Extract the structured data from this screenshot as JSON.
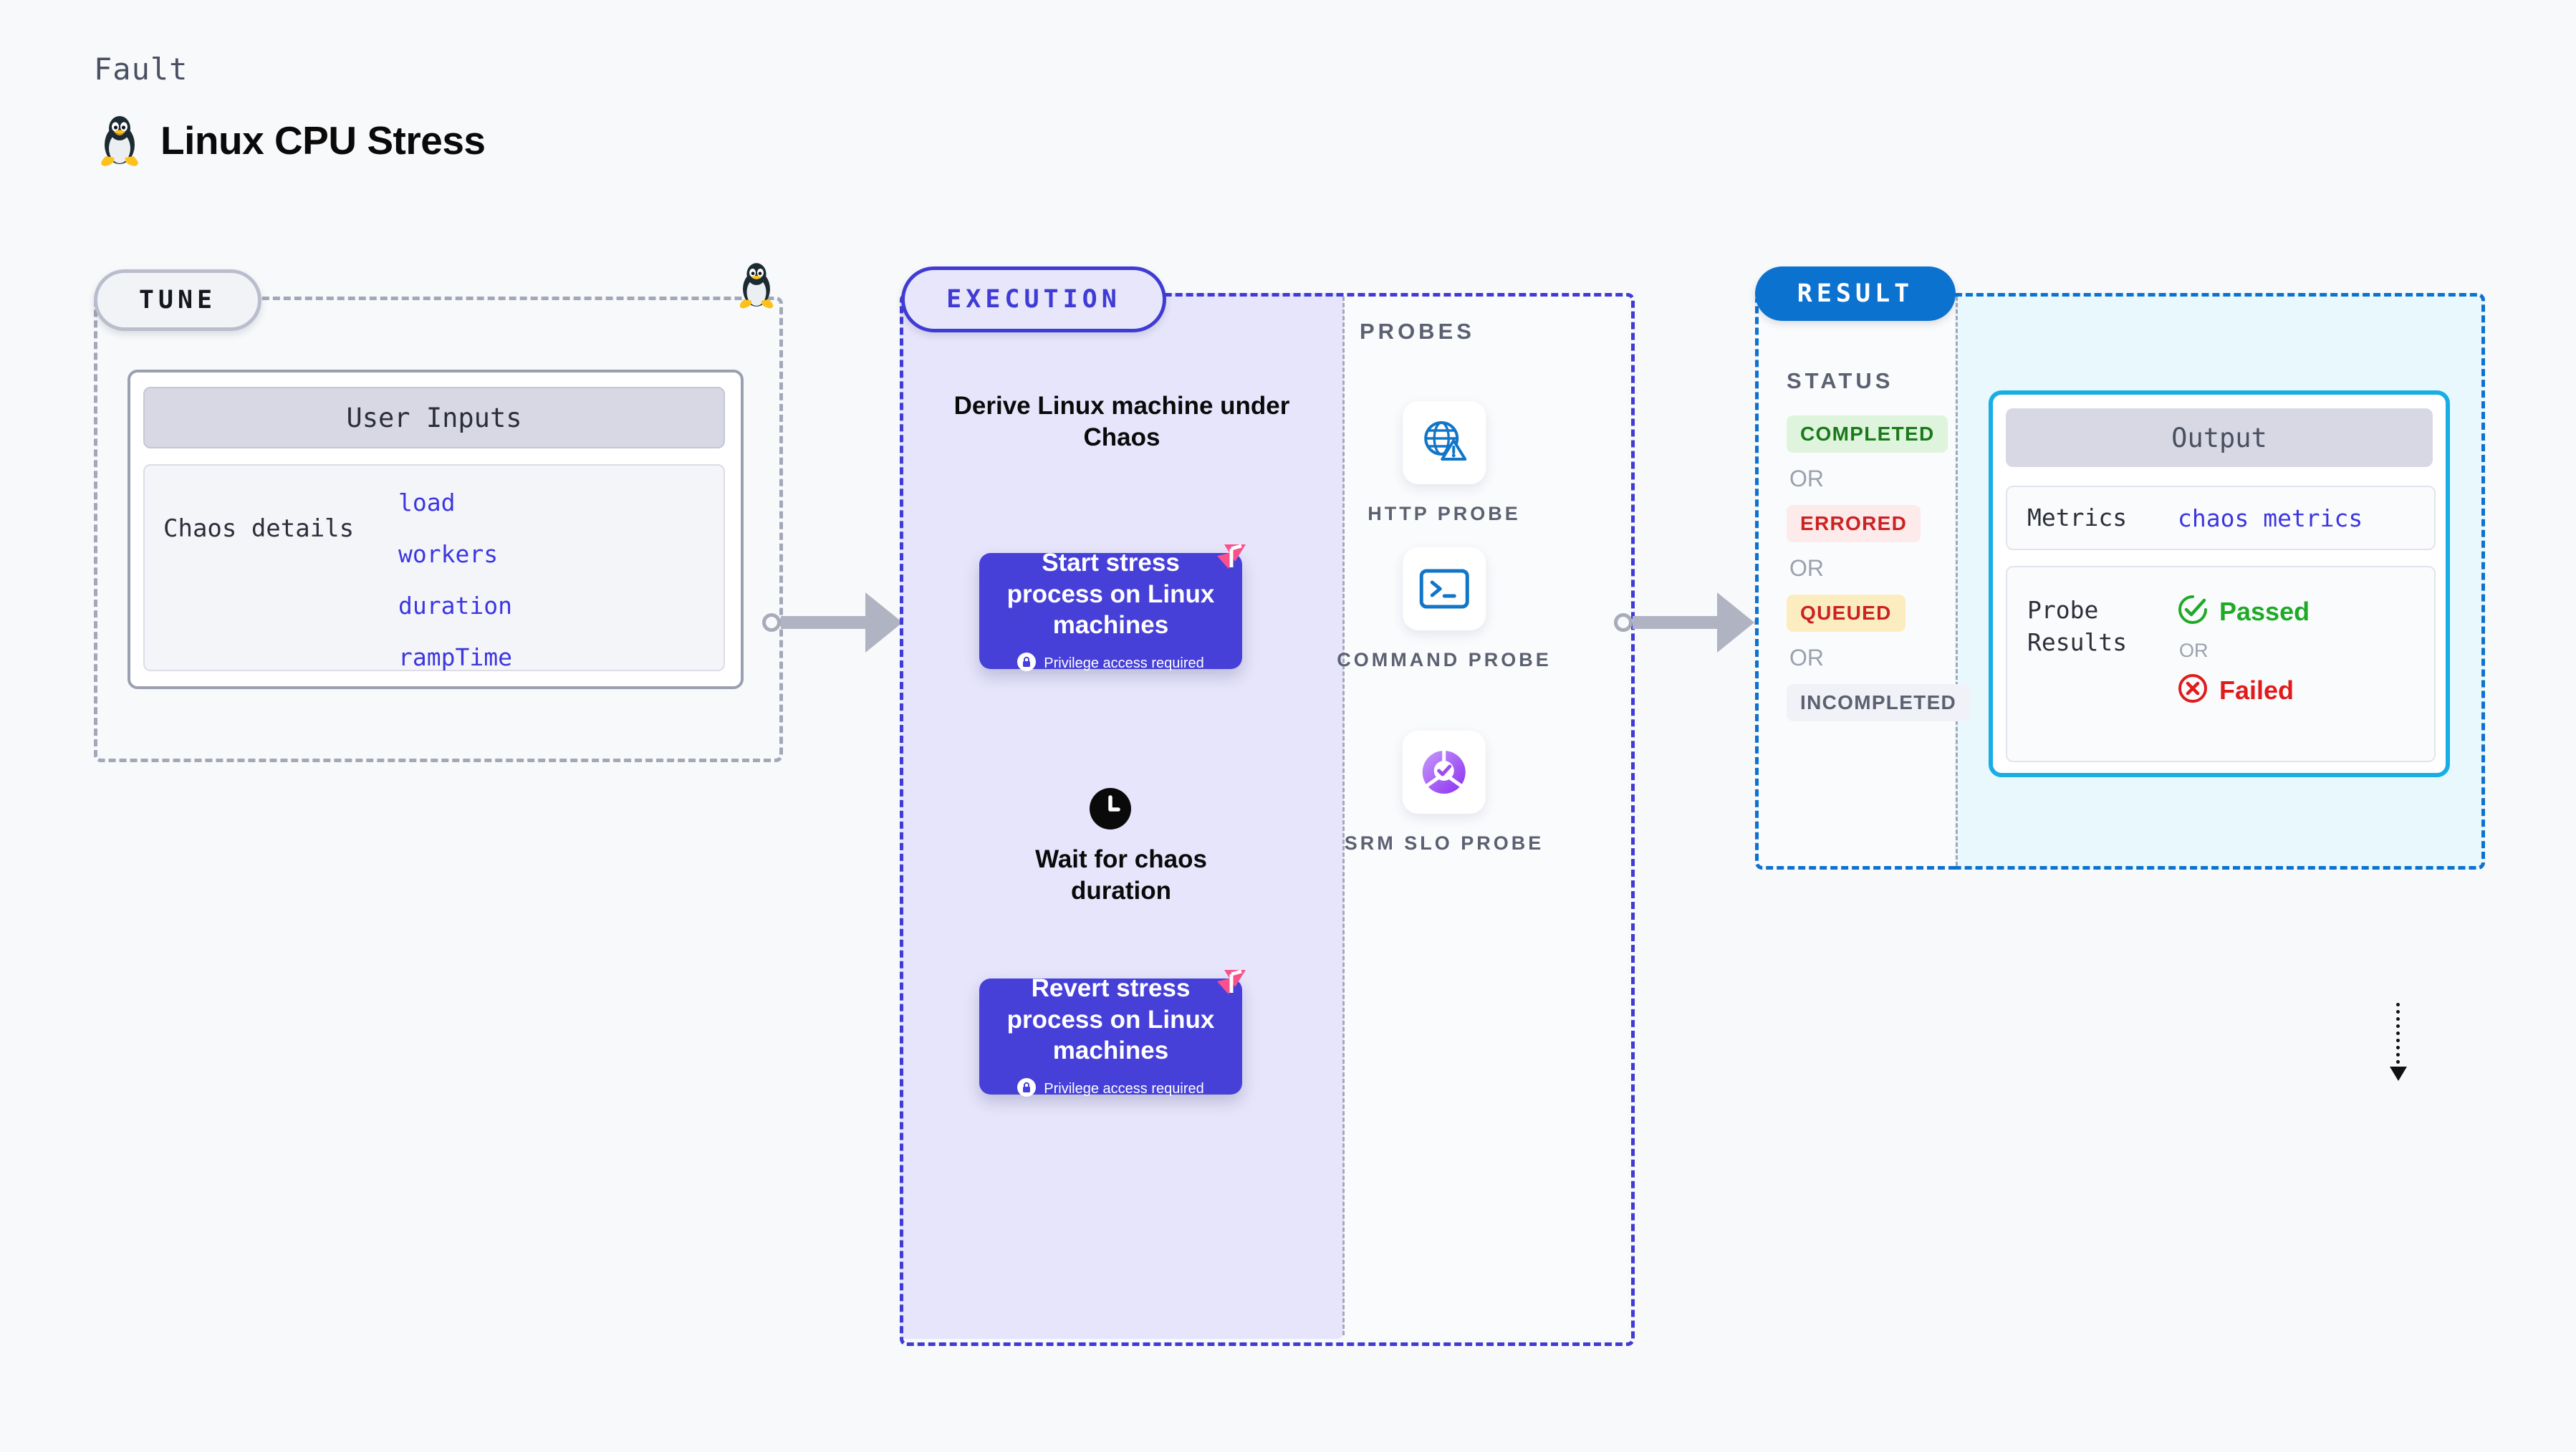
{
  "header": {
    "eyebrow": "Fault",
    "title": "Linux CPU Stress",
    "icon": "linux-tux-icon"
  },
  "tune": {
    "badge": "TUNE",
    "card_title": "User Inputs",
    "group_label": "Chaos details",
    "params": [
      "load",
      "workers",
      "duration",
      "rampTime"
    ],
    "corner_icon": "linux-tux-icon"
  },
  "execution": {
    "badge": "EXECUTION",
    "steps": [
      {
        "type": "text",
        "label": "Derive Linux machine under Chaos"
      },
      {
        "type": "action",
        "label": "Start stress process on Linux machines",
        "note": "Privilege access required",
        "note_icon": "lock-icon",
        "badge_icon": "litmus-logo-icon"
      },
      {
        "type": "wait",
        "label": "Wait for chaos duration",
        "icon": "clock-icon"
      },
      {
        "type": "action",
        "label": "Revert stress process on Linux machines",
        "note": "Privilege access required",
        "note_icon": "lock-icon",
        "badge_icon": "litmus-logo-icon"
      }
    ]
  },
  "probes": {
    "label": "PROBES",
    "items": [
      {
        "label": "HTTP PROBE",
        "icon": "globe-warning-icon"
      },
      {
        "label": "COMMAND PROBE",
        "icon": "terminal-prompt-icon"
      },
      {
        "label": "SRM SLO PROBE",
        "icon": "slo-donut-check-icon"
      }
    ]
  },
  "result": {
    "badge": "RESULT",
    "status_label": "STATUS",
    "or_text": "OR",
    "statuses": [
      {
        "label": "COMPLETED",
        "color": "#1a7a1a",
        "bg": "#dff4dd"
      },
      {
        "label": "ERRORED",
        "color": "#cc2222",
        "bg": "#fdeaea"
      },
      {
        "label": "QUEUED",
        "color": "#cc2222",
        "bg": "#fcedc0"
      },
      {
        "label": "INCOMPLETED",
        "color": "#5b6170",
        "bg": "#f1f2f7"
      }
    ],
    "output": {
      "title": "Output",
      "metrics_label": "Metrics",
      "metrics_value": "chaos metrics",
      "probe_results_label": "Probe Results",
      "or_text": "OR",
      "passed": {
        "label": "Passed",
        "color": "#1faa26",
        "icon": "check-circle-icon"
      },
      "failed": {
        "label": "Failed",
        "color": "#e01b1b",
        "icon": "x-circle-icon"
      }
    }
  },
  "colors": {
    "background": "#f8f9fb",
    "execution_fill": "#e6e5fb",
    "execution_accent": "#3f3bd4",
    "action_card": "#4640d8",
    "result_accent": "#0c72cf",
    "output_fill": "#e9f8fd",
    "output_border": "#18aee4",
    "litmus_pink": "#f9518c",
    "probe_blue": "#1176c8",
    "probe_purple": "#9b4df0"
  }
}
